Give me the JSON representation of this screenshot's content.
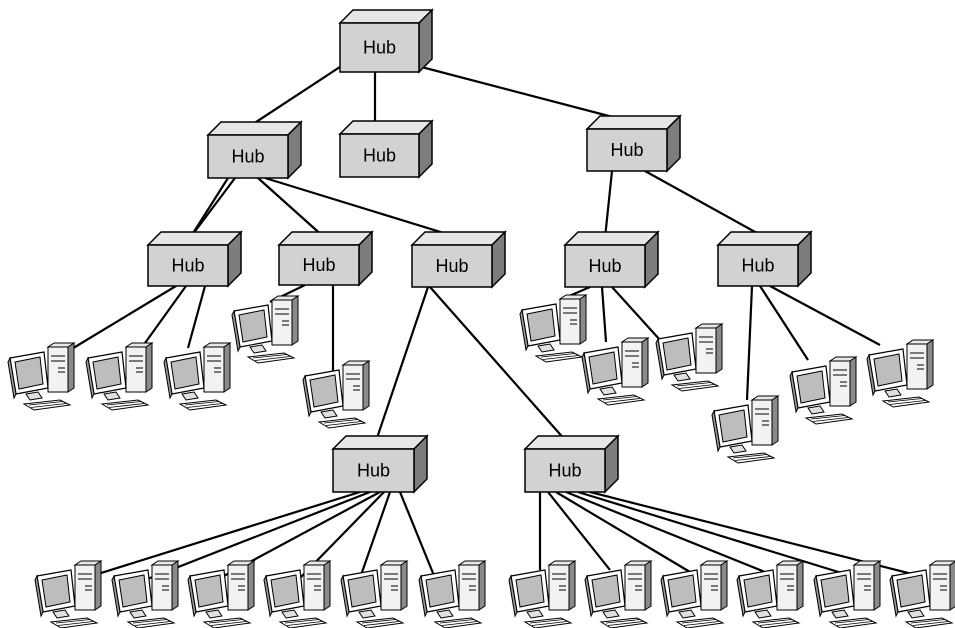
{
  "hub_label": "Hub",
  "colors": {
    "hub_front": "#d2d2d2",
    "hub_top": "#e6e6e6",
    "hub_side": "#7d7d7d",
    "line": "#000000",
    "monitor_screen": "#bdbdbd"
  },
  "hubs": [
    {
      "id": "root",
      "label": "Hub"
    },
    {
      "id": "hub-l1-left",
      "label": "Hub"
    },
    {
      "id": "hub-l1-middle",
      "label": "Hub"
    },
    {
      "id": "hub-l1-right",
      "label": "Hub"
    },
    {
      "id": "hub-l2-a",
      "label": "Hub"
    },
    {
      "id": "hub-l2-b",
      "label": "Hub"
    },
    {
      "id": "hub-l2-c",
      "label": "Hub"
    },
    {
      "id": "hub-l2-d",
      "label": "Hub"
    },
    {
      "id": "hub-l2-e",
      "label": "Hub"
    },
    {
      "id": "hub-l3-left",
      "label": "Hub"
    },
    {
      "id": "hub-l3-right",
      "label": "Hub"
    }
  ],
  "icons": {
    "computer": "computer-icon"
  }
}
